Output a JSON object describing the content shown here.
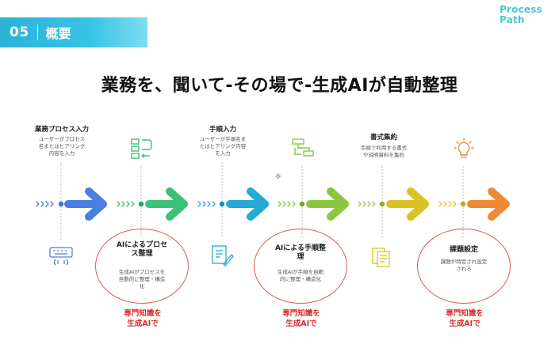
{
  "header": {
    "section_number": "05",
    "section_title": "概要",
    "logo_line1": "Process",
    "logo_line2": "Path"
  },
  "headline": "業務を、聞いて-その場で-生成AIが自動整理",
  "steps_top": [
    {
      "label": "業務プロセス入力",
      "desc_line1": "ユーザーがプロセス",
      "desc_line2": "名またはヒアリング",
      "desc_line3": "内容を入力",
      "icon": "keyboard-icon"
    },
    {
      "label": "",
      "desc_line1": "",
      "desc_line2": "",
      "desc_line3": "",
      "icon": "list-icon"
    },
    {
      "label": "手順入力",
      "desc_line1": "ユーザーが手順名ま",
      "desc_line2": "たはヒアリング内容",
      "desc_line3": "を入力",
      "icon": "document-edit-icon"
    },
    {
      "label": "",
      "desc_line1": "",
      "desc_line2": "",
      "desc_line3": "",
      "icon": "flowchart-icon"
    },
    {
      "label": "書式集約",
      "desc_line1": "手順で利用する書式",
      "desc_line2": "や説明資料を集約",
      "desc_line3": "",
      "icon": "documents-icon"
    },
    {
      "label": "",
      "desc_line1": "",
      "desc_line2": "",
      "desc_line3": "",
      "icon": "lightbulb-icon"
    }
  ],
  "bubbles": [
    {
      "title_line1": "AIによるプロセ",
      "title_line2": "ス整理",
      "desc_line1": "生成AIがプロセスを",
      "desc_line2": "自動的に整理・構造",
      "desc_line3": "化"
    },
    {
      "title_line1": "AIによる手順整",
      "title_line2": "理",
      "desc_line1": "生成AIが手順を自動",
      "desc_line2": "的に整理・構造化",
      "desc_line3": ""
    },
    {
      "title_line1": "課題設定",
      "title_line2": "",
      "desc_line1": "課題が特定され設定",
      "desc_line2": "される",
      "desc_line3": ""
    }
  ],
  "notes": [
    {
      "line1": "専門知識を",
      "line2": "生成AIで"
    },
    {
      "line1": "専門知識を",
      "line2": "生成AIで"
    },
    {
      "line1": "専門知識を",
      "line2": "生成AIで"
    }
  ],
  "colors": {
    "accent_cyan": "#35c3e6",
    "arrow_blue": "#4a7fe0",
    "arrow_green": "#3cc07a",
    "arrow_teal": "#25a9d6",
    "arrow_lime": "#8cc63f",
    "arrow_yellow": "#e8c41c",
    "arrow_orange": "#ee8a35",
    "note_red": "#d92b2b"
  }
}
